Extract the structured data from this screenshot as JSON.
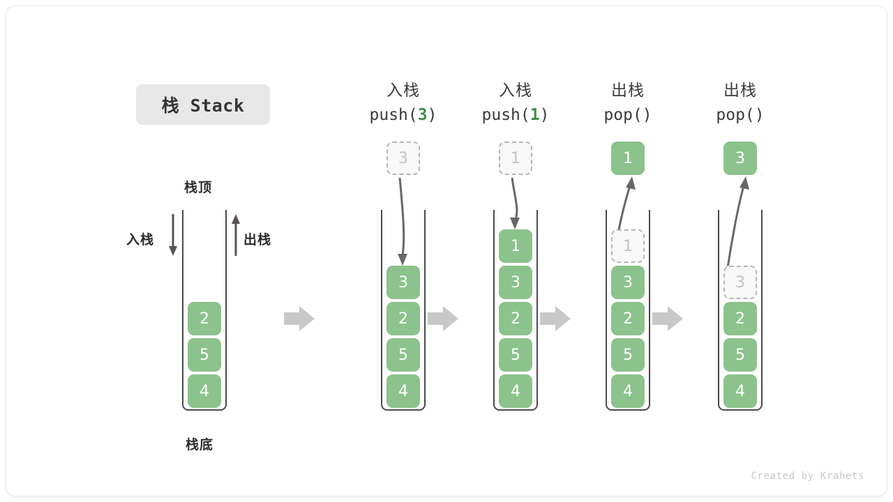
{
  "title_chip": {
    "label": "栈 Stack"
  },
  "legend": {
    "top_label": "栈顶",
    "bottom_label": "栈底",
    "push_label": "入栈",
    "pop_label": "出栈"
  },
  "colors": {
    "element_green": "#8cc28c",
    "ghost_fill": "#f8f8f8",
    "ghost_border": "#b6b6b6",
    "rail": "#4a4a4a",
    "arrow_gray": "#c8c8c8",
    "curve_arrow": "#6b6666",
    "accent_arg": "#3f8f46",
    "chip_bg": "#e8e8e8"
  },
  "steps": [
    {
      "id": "initial",
      "header_zh": "",
      "header_code": "",
      "header_arg": "",
      "stack": [
        "4",
        "5",
        "2"
      ],
      "float_box": null,
      "inner_ghost": null,
      "arrow": null
    },
    {
      "id": "push-3",
      "header_zh": "入栈",
      "header_code_prefix": "push(",
      "header_arg": "3",
      "header_code_suffix": ")",
      "stack": [
        "4",
        "5",
        "2",
        "3"
      ],
      "float_box": {
        "value": "3",
        "style": "ghost"
      },
      "inner_ghost": null,
      "arrow": "down"
    },
    {
      "id": "push-1",
      "header_zh": "入栈",
      "header_code_prefix": "push(",
      "header_arg": "1",
      "header_code_suffix": ")",
      "stack": [
        "4",
        "5",
        "2",
        "3",
        "1"
      ],
      "float_box": {
        "value": "1",
        "style": "ghost"
      },
      "inner_ghost": null,
      "arrow": "down"
    },
    {
      "id": "pop-1",
      "header_zh": "出栈",
      "header_code_prefix": "pop(",
      "header_arg": "",
      "header_code_suffix": ")",
      "stack": [
        "4",
        "5",
        "2",
        "3"
      ],
      "float_box": {
        "value": "1",
        "style": "solid"
      },
      "inner_ghost": {
        "value": "1"
      },
      "arrow": "up"
    },
    {
      "id": "pop-3",
      "header_zh": "出栈",
      "header_code_prefix": "pop(",
      "header_arg": "",
      "header_code_suffix": ")",
      "stack": [
        "4",
        "5",
        "2"
      ],
      "float_box": {
        "value": "3",
        "style": "solid"
      },
      "inner_ghost": {
        "value": "3"
      },
      "arrow": "up"
    }
  ],
  "separator_icon": "right-arrow-icon",
  "credit": "Created by Krahets"
}
